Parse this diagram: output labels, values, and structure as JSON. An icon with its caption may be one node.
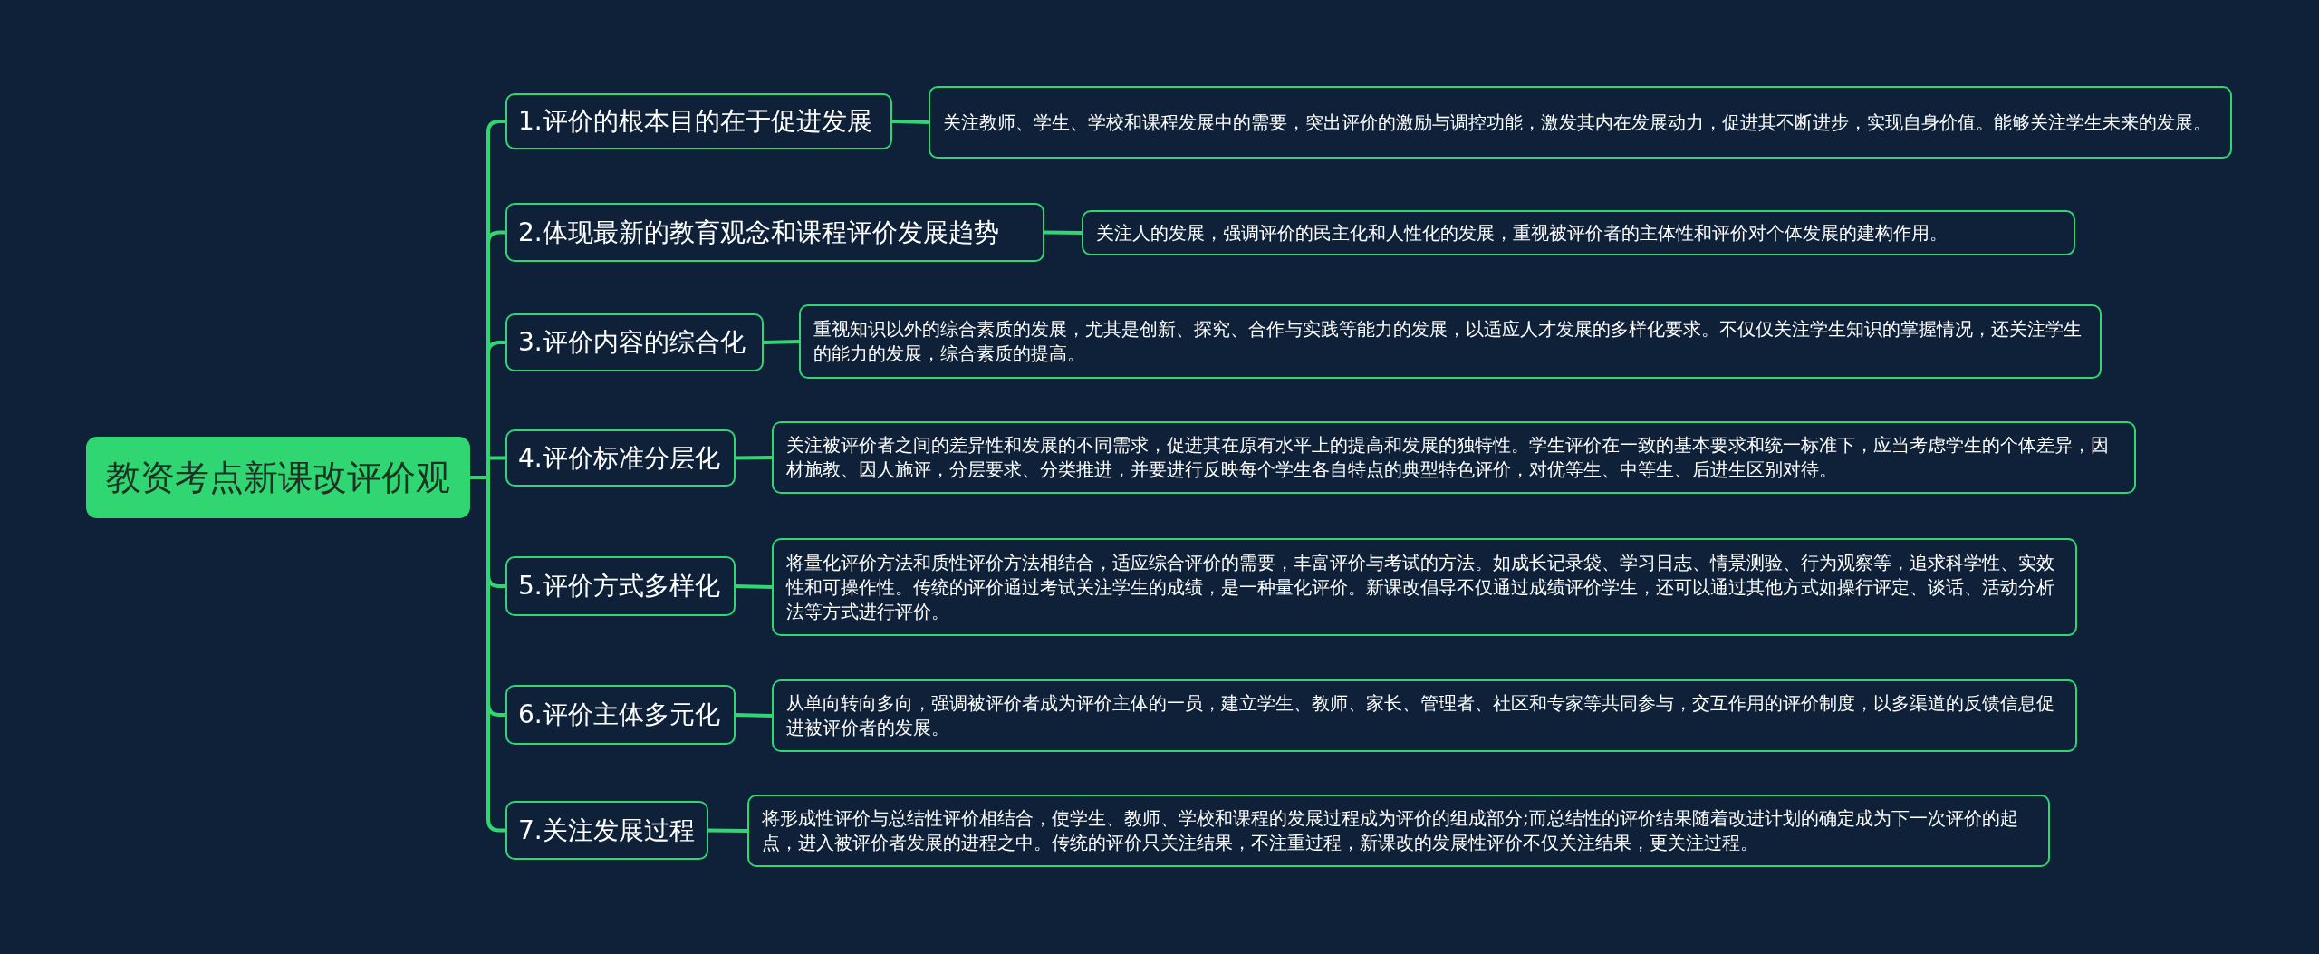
{
  "diagram": {
    "nodes": [
      {
        "text": [
          "教资考点新课改评价观"
        ]
      },
      {
        "text": [
          "1.评价的根本目的在于促进发展"
        ]
      },
      {
        "text": [
          "关注教师、学生、学校和课程发展中的需要，突出评价的激励与调控功能，激发其内在发展动力，促进其不断进步，实现自身价值。能够关注学生未来的发展。"
        ]
      },
      {
        "text": [
          "2.体现最新的教育观念和课程评价发展趋势"
        ]
      },
      {
        "text": [
          "关注人的发展，强调评价的民主化和人性化的发展，重视被评价者的主体性和评价对个体发展的建构作用。"
        ]
      },
      {
        "text": [
          "3.评价内容的综合化"
        ]
      },
      {
        "text": [
          "重视知识以外的综合素质的发展，尤其是创新、探究、合作与实践等能力的发展，以适应人才发展的多样化要求。不仅仅关注学生知识的掌握情况，还关注学生的能力的发展，综合素质的提高。"
        ]
      },
      {
        "text": [
          "4.评价标准分层化"
        ]
      },
      {
        "text": [
          "关注被评价者之间的差异性和发展的不同需求，促进其在原有水平上的提高和发展的独特性。学生评价在一致的基本要求和统一标准下，应当考虑学生的个体差异，因材施教、因人施评，分层要求、分类推进，并要进行反映每个学生各自特点的典型特色评价，对优等生、中等生、后进生区别对待。"
        ]
      },
      {
        "text": [
          "5.评价方式多样化"
        ]
      },
      {
        "text": [
          "将量化评价方法和质性评价方法相结合，适应综合评价的需要，丰富评价与考试的方法。如成长记录袋、学习日志、情景测验、行为观察等，追求科学性、实效性和可操作性。传统的评价通过考试关注学生的成绩，是一种量化评价。新课改倡导不仅通过成绩评价学生，还可以通过其他方式如操行评定、谈话、活动分析法等方式进行评价。"
        ]
      },
      {
        "text": [
          "6.评价主体多元化"
        ]
      },
      {
        "text": [
          "从单向转向多向，强调被评价者成为评价主体的一员，建立学生、教师、家长、管理者、社区和专家等共同参与，交互作用的评价制度，以多渠道的反馈信息促进被评价者的发展。"
        ]
      },
      {
        "text": [
          "7.关注发展过程"
        ]
      },
      {
        "text": [
          "将形成性评价与总结性评价相结合，使学生、教师、学校和课程的发展过程成为评价的组成部分;而总结性的评价结果随着改进计划的确定成为下一次评价的起点，进入被评价者发展的进程之中。传统的评价只关注结果，不注重过程，新课改的发展性评价不仅关注结果，更关注过程。"
        ]
      }
    ],
    "edges": [
      {
        "from": 0,
        "to": 1,
        "arrow": "none"
      },
      {
        "from": 1,
        "to": 2,
        "arrow": "none"
      },
      {
        "from": 0,
        "to": 3,
        "arrow": "none"
      },
      {
        "from": 3,
        "to": 4,
        "arrow": "none"
      },
      {
        "from": 0,
        "to": 5,
        "arrow": "none"
      },
      {
        "from": 5,
        "to": 6,
        "arrow": "none"
      },
      {
        "from": 0,
        "to": 7,
        "arrow": "none"
      },
      {
        "from": 7,
        "to": 8,
        "arrow": "none"
      },
      {
        "from": 0,
        "to": 9,
        "arrow": "none"
      },
      {
        "from": 9,
        "to": 10,
        "arrow": "none"
      },
      {
        "from": 0,
        "to": 11,
        "arrow": "none"
      },
      {
        "from": 11,
        "to": 12,
        "arrow": "none"
      },
      {
        "from": 0,
        "to": 13,
        "arrow": "none"
      },
      {
        "from": 13,
        "to": 14,
        "arrow": "none"
      }
    ]
  }
}
